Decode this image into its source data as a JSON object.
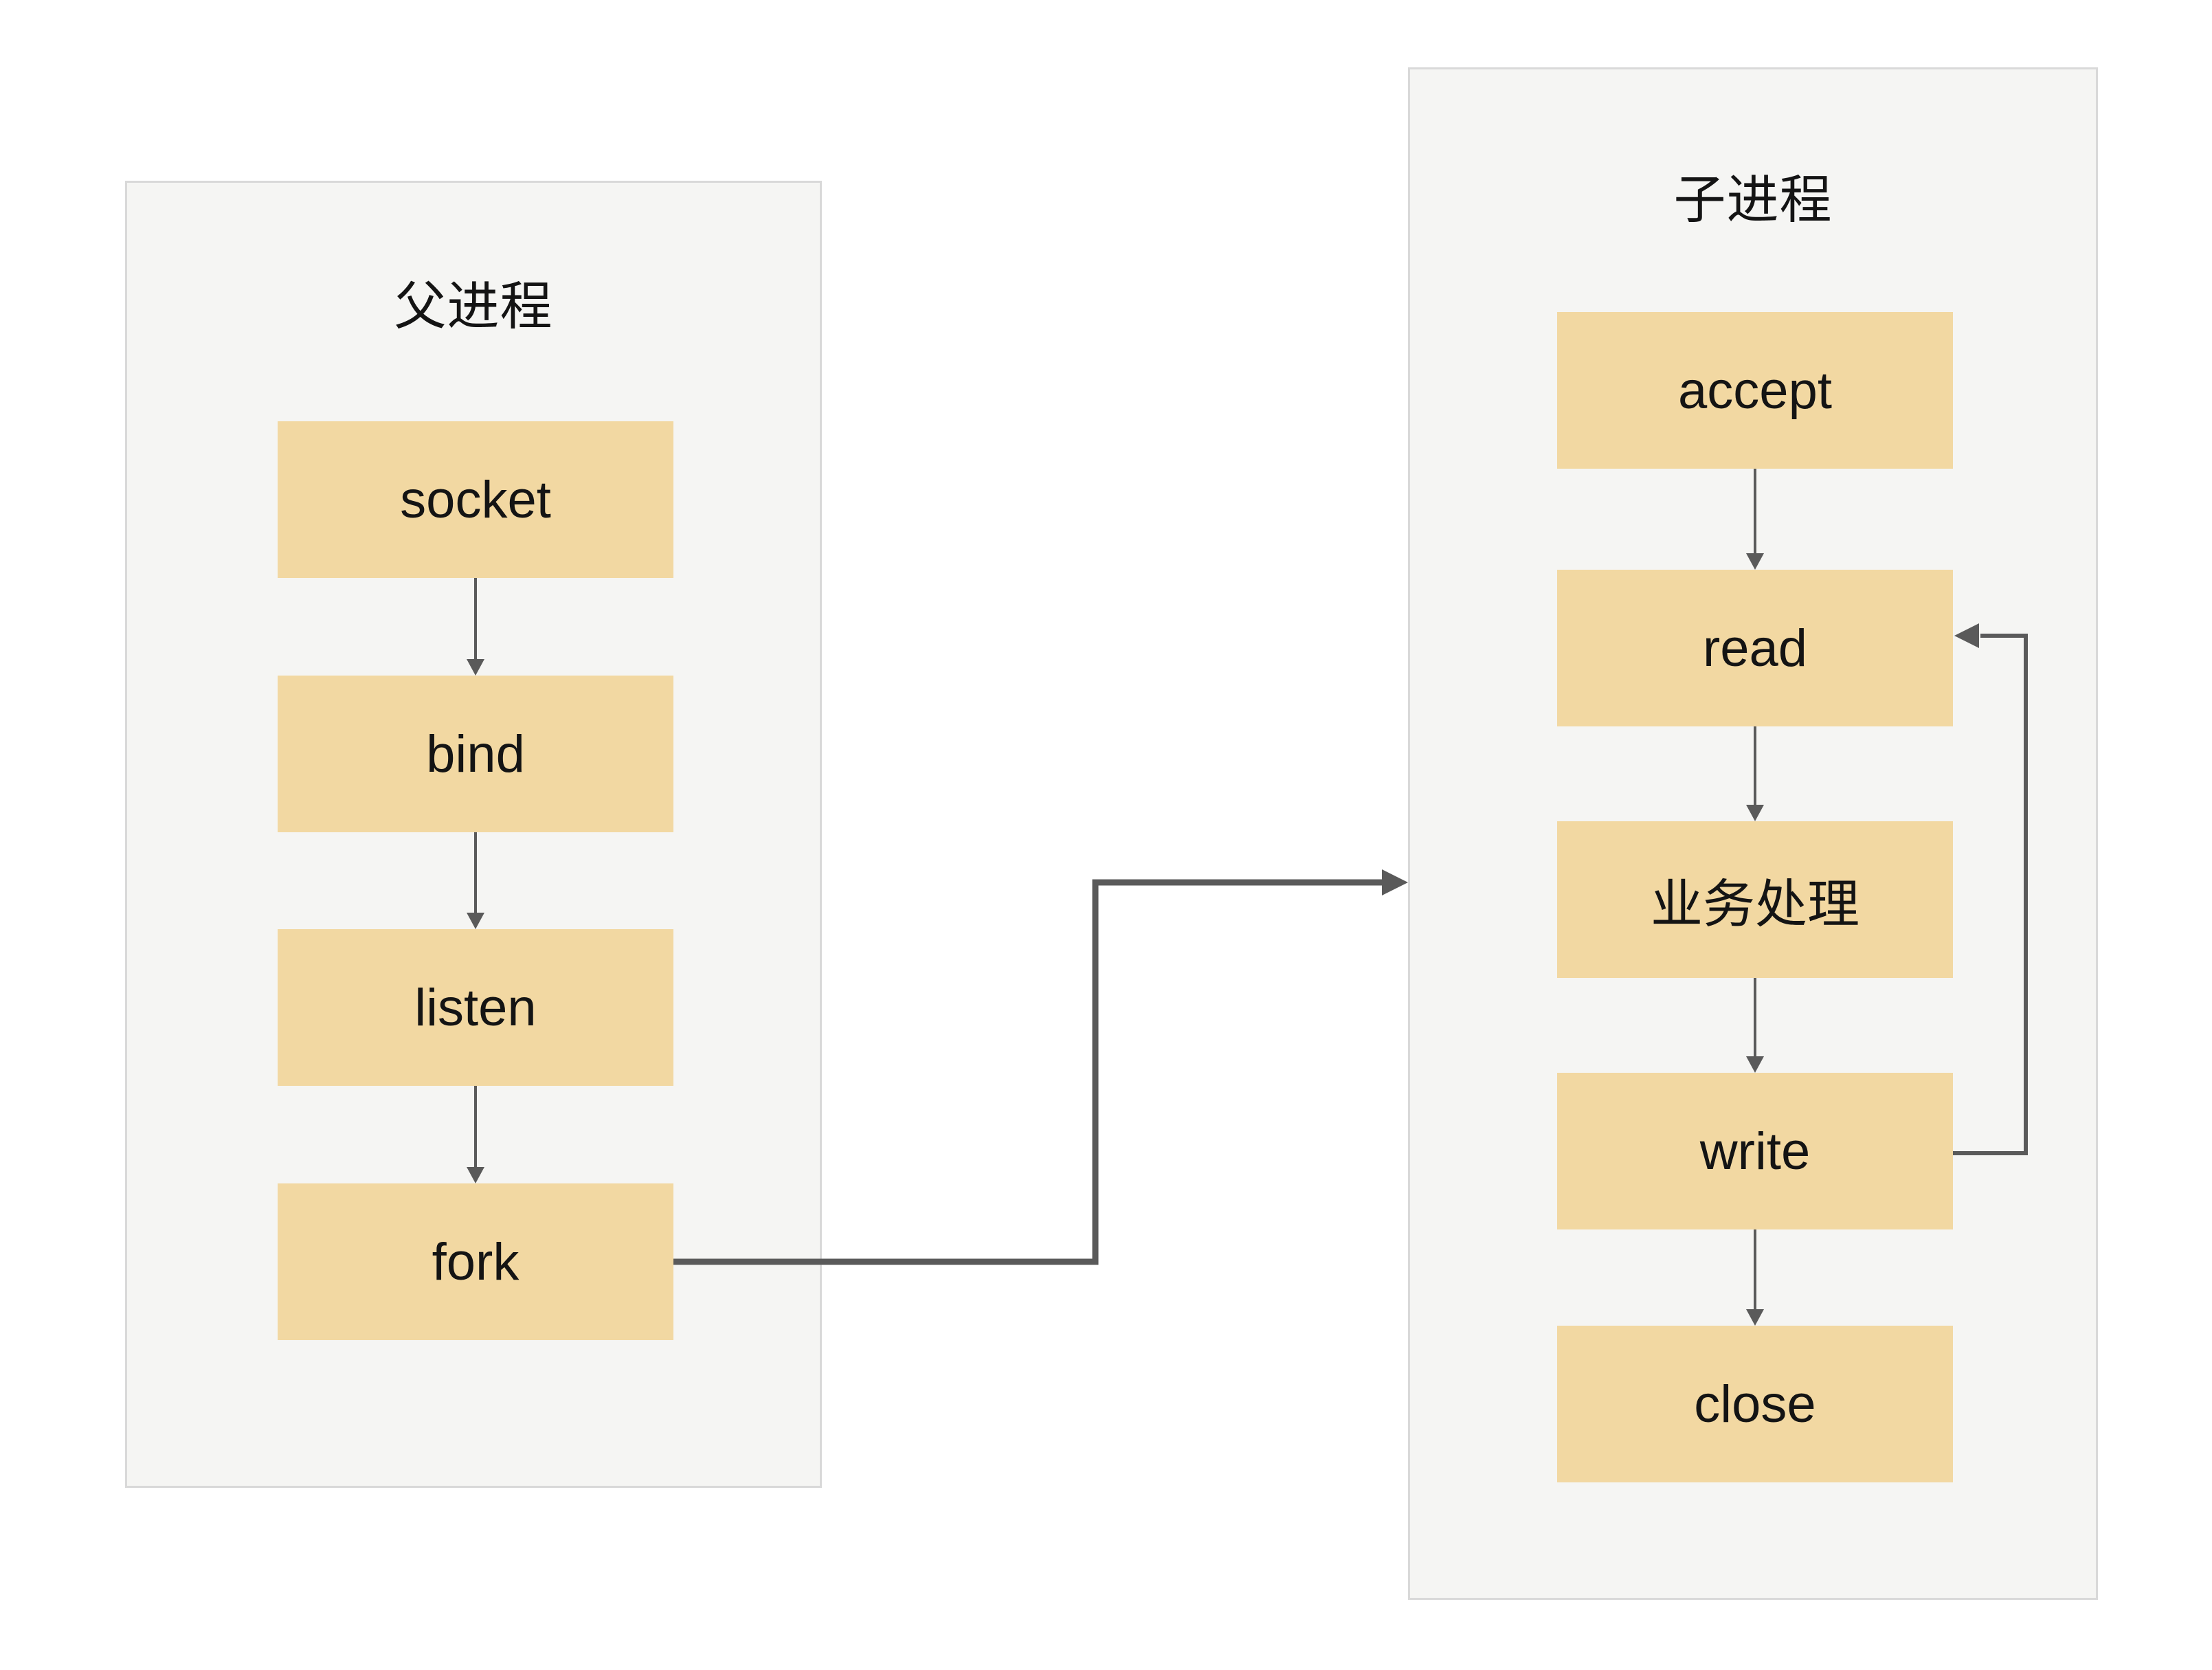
{
  "diagram": {
    "type": "flowchart",
    "left_panel": {
      "title": "父进程",
      "boxes": [
        "socket",
        "bind",
        "listen",
        "fork"
      ]
    },
    "right_panel": {
      "title": "子进程",
      "boxes": [
        "accept",
        "read",
        "业务处理",
        "write",
        "close"
      ]
    },
    "edges": [
      {
        "from": "socket",
        "to": "bind",
        "type": "flow"
      },
      {
        "from": "bind",
        "to": "listen",
        "type": "flow"
      },
      {
        "from": "listen",
        "to": "fork",
        "type": "flow"
      },
      {
        "from": "fork",
        "to": "子进程",
        "type": "spawn-connector"
      },
      {
        "from": "accept",
        "to": "read",
        "type": "flow"
      },
      {
        "from": "read",
        "to": "业务处理",
        "type": "flow"
      },
      {
        "from": "业务处理",
        "to": "write",
        "type": "flow"
      },
      {
        "from": "write",
        "to": "close",
        "type": "flow"
      },
      {
        "from": "write",
        "to": "read",
        "type": "loop-back"
      }
    ],
    "colors": {
      "page_bg": "#FFFFFF",
      "panel_bg": "#F5F5F3",
      "panel_border": "#D9D9D9",
      "box_fill": "#F2D8A2",
      "arrow": "#5A5A5A",
      "text": "#141414"
    }
  }
}
